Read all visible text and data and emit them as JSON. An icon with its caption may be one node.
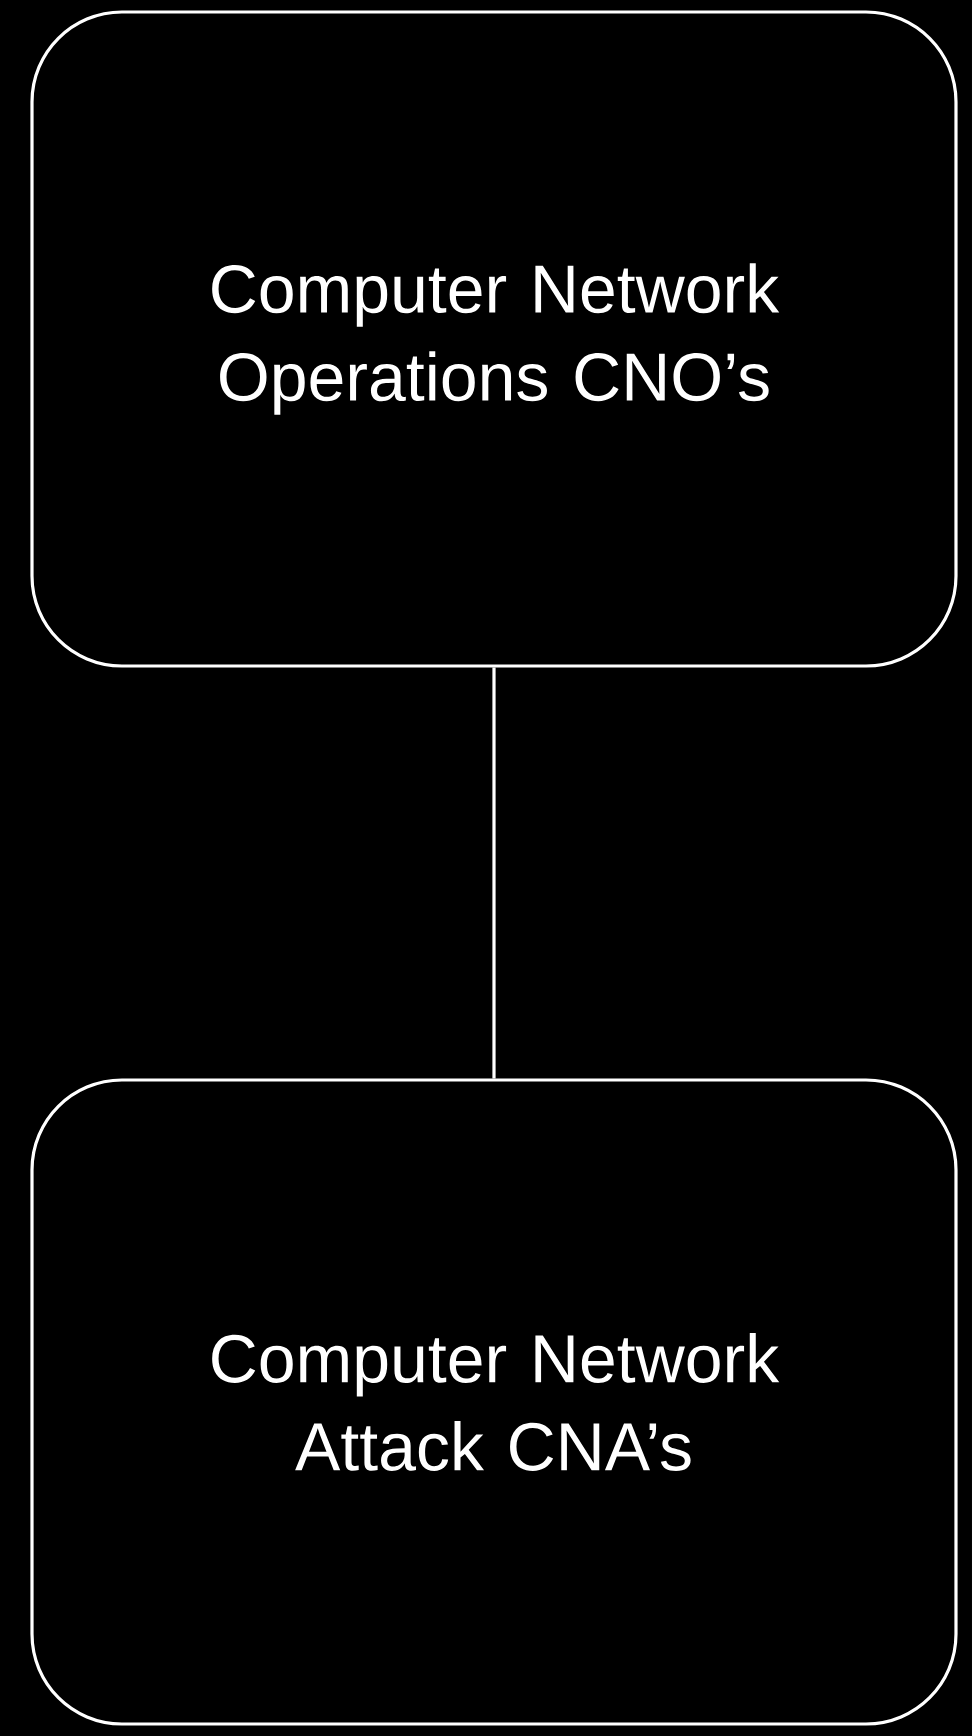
{
  "diagram": {
    "nodes": [
      {
        "text": [
          "Computer Network Operations CNO’s"
        ]
      },
      {
        "text": [
          "Computer Network Attack CNA’s"
        ]
      }
    ],
    "edges": [
      {
        "from": 0,
        "to": 1,
        "arrow": "none"
      }
    ]
  }
}
